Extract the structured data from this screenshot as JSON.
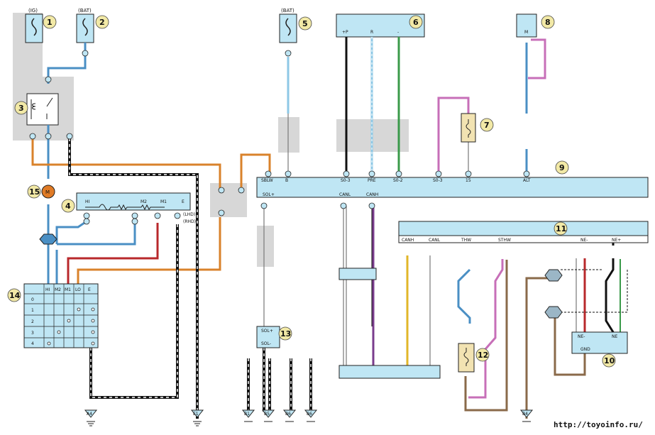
{
  "markers": {
    "m1": "1",
    "m2": "2",
    "m3": "3",
    "m4": "4",
    "m5": "5",
    "m6": "6",
    "m7": "7",
    "m8": "8",
    "m9": "9",
    "m10": "10",
    "m11": "11",
    "m12": "12",
    "m13": "13",
    "m14": "14",
    "m15": "15"
  },
  "fuses": {
    "f1": "(IG)",
    "f2": "(BAT)",
    "f5": "(BAT)"
  },
  "motor": "M",
  "unit6": {
    "pins": [
      "+P",
      "R",
      "-"
    ]
  },
  "unit8": {
    "label": "M"
  },
  "ecu9": {
    "left_pins": [
      "SBLW",
      "B"
    ],
    "top_pins": [
      "S0-3",
      "PRE",
      "S0-2",
      "S0-3",
      "15",
      "ALT"
    ],
    "bottom_pins": [
      "SOL+",
      "CANL",
      "CANH"
    ]
  },
  "ecm11": {
    "pins": [
      "CANH",
      "CANL",
      "THW",
      "STHW",
      "NE-",
      "NE+"
    ]
  },
  "unit10": {
    "pins": [
      "NE-",
      "NE",
      "GND"
    ]
  },
  "unit13": {
    "pins": [
      "SOL+",
      "SOL-"
    ]
  },
  "unit4": {
    "labels": [
      "HI",
      "M2",
      "M1",
      "E"
    ],
    "notes": [
      "(LHD)",
      "(RHD)"
    ]
  },
  "switch14": {
    "headers": [
      "HI",
      "M2",
      "M1",
      "LO",
      "E"
    ],
    "rows": [
      "0",
      "1",
      "2",
      "3",
      "4"
    ]
  },
  "grounds": [
    "A4",
    "E1",
    "B1",
    "B5",
    "B6",
    "B6",
    "B4"
  ],
  "watermark": "http://toyoinfo.ru/"
}
